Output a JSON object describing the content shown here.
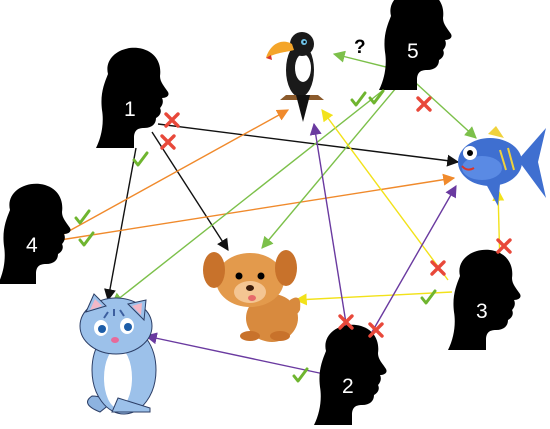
{
  "people": [
    {
      "id": "1",
      "label": "1"
    },
    {
      "id": "2",
      "label": "2"
    },
    {
      "id": "3",
      "label": "3"
    },
    {
      "id": "4",
      "label": "4"
    },
    {
      "id": "5",
      "label": "5"
    }
  ],
  "animals": [
    "toucan",
    "fish",
    "dog",
    "cat"
  ],
  "unknown_marker": "?",
  "colors": {
    "black": "#111111",
    "orange": "#f08a2c",
    "green": "#7cc04a",
    "yellow": "#f2e21a",
    "purple": "#6a3aa0",
    "check": "#6fb52f",
    "cross": "#e8483a"
  },
  "relations": [
    {
      "from": "1",
      "to": "fish",
      "color": "black",
      "mark": "cross"
    },
    {
      "from": "1",
      "to": "dog",
      "color": "black",
      "mark": "cross"
    },
    {
      "from": "1",
      "to": "cat",
      "color": "black",
      "mark": "check"
    },
    {
      "from": "4",
      "to": "toucan",
      "color": "orange",
      "mark": "check"
    },
    {
      "from": "4",
      "to": "fish",
      "color": "orange",
      "mark": "check"
    },
    {
      "from": "5",
      "to": "toucan",
      "color": "green",
      "mark": "unknown"
    },
    {
      "from": "5",
      "to": "fish",
      "color": "green",
      "mark": "cross"
    },
    {
      "from": "5",
      "to": "cat",
      "color": "green",
      "mark": "check"
    },
    {
      "from": "5",
      "to": "dog",
      "color": "green",
      "mark": "check"
    },
    {
      "from": "3",
      "to": "fish",
      "color": "yellow",
      "mark": "cross"
    },
    {
      "from": "3",
      "to": "dog",
      "color": "yellow",
      "mark": "check"
    },
    {
      "from": "3",
      "to": "toucan",
      "color": "yellow",
      "mark": "cross"
    },
    {
      "from": "2",
      "to": "cat",
      "color": "purple",
      "mark": "check"
    },
    {
      "from": "2",
      "to": "toucan",
      "color": "purple",
      "mark": "cross"
    },
    {
      "from": "2",
      "to": "fish",
      "color": "purple",
      "mark": "cross"
    }
  ]
}
